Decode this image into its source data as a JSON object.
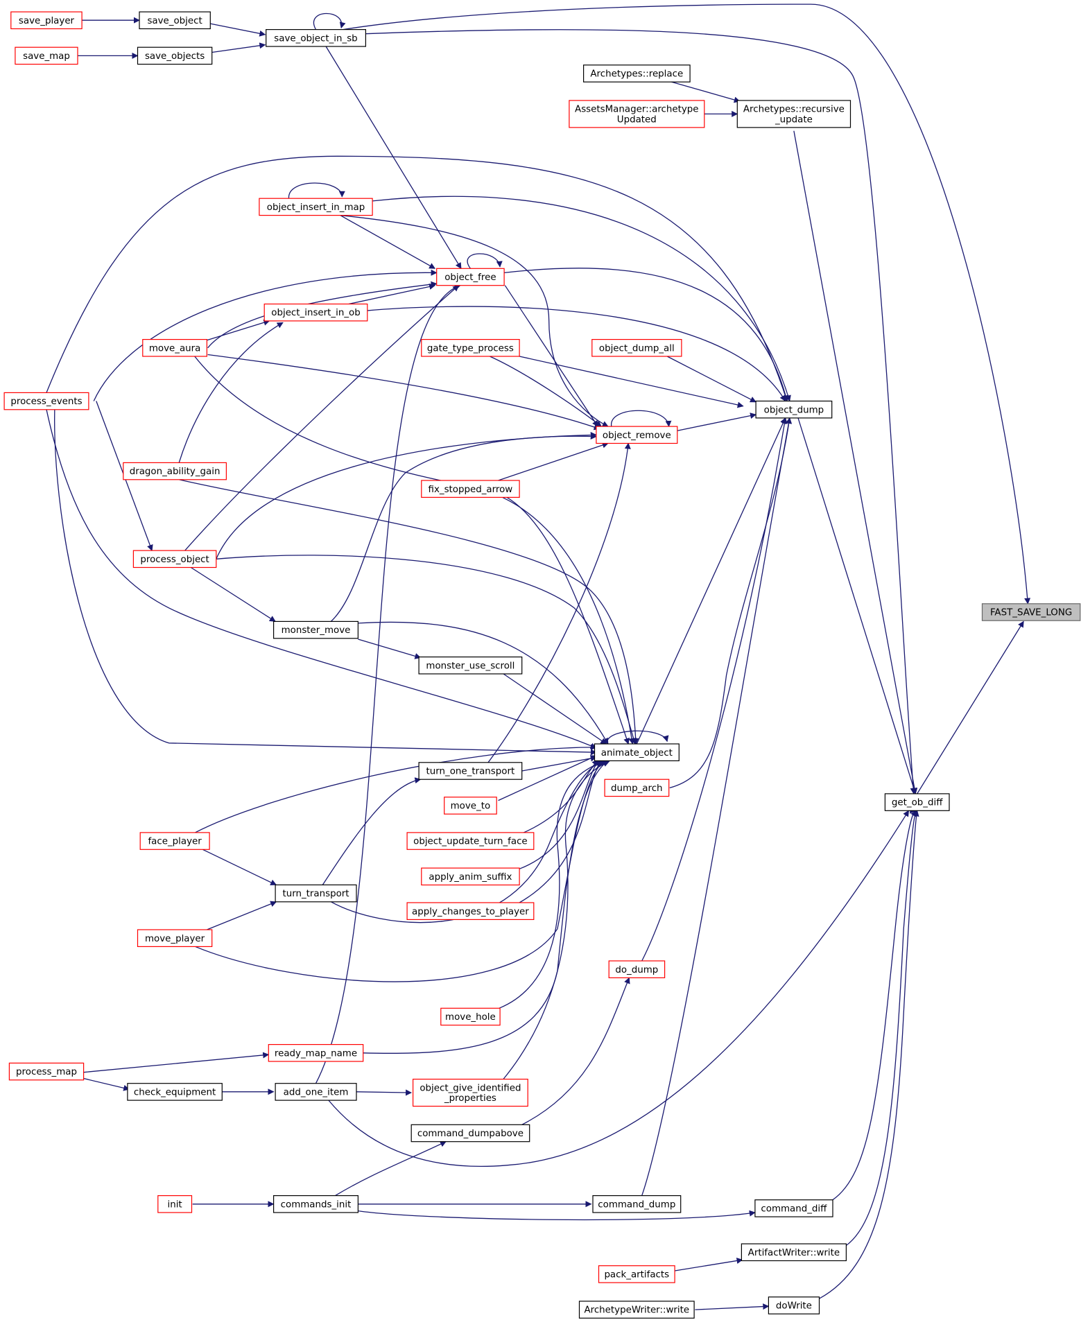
{
  "colors": {
    "edge": "#191970",
    "border_red": "#ff0000",
    "border_black": "#000000",
    "focus_fill": "#bfbfbf",
    "node_fill": "#ffffff"
  },
  "nodes": [
    {
      "id": "fast_save_long",
      "lines": [
        "FAST_SAVE_LONG"
      ],
      "border": "gray"
    },
    {
      "id": "get_ob_diff",
      "lines": [
        "get_ob_diff"
      ],
      "border": "black"
    },
    {
      "id": "save_object_in_sb",
      "lines": [
        "save_object_in_sb"
      ],
      "border": "black"
    },
    {
      "id": "save_object",
      "lines": [
        "save_object"
      ],
      "border": "black"
    },
    {
      "id": "save_player",
      "lines": [
        "save_player"
      ],
      "border": "red"
    },
    {
      "id": "save_objects",
      "lines": [
        "save_objects"
      ],
      "border": "black"
    },
    {
      "id": "save_map",
      "lines": [
        "save_map"
      ],
      "border": "red"
    },
    {
      "id": "object_dump",
      "lines": [
        "object_dump"
      ],
      "border": "black"
    },
    {
      "id": "archetypes_recursive_update",
      "lines": [
        "Archetypes::recursive",
        "_update"
      ],
      "border": "black"
    },
    {
      "id": "archetypes_replace",
      "lines": [
        "Archetypes::replace"
      ],
      "border": "black"
    },
    {
      "id": "assetsmanager_archetype_updated",
      "lines": [
        "AssetsManager::archetype",
        "Updated"
      ],
      "border": "red"
    },
    {
      "id": "object_insert_in_map",
      "lines": [
        "object_insert_in_map"
      ],
      "border": "red"
    },
    {
      "id": "object_free",
      "lines": [
        "object_free"
      ],
      "border": "red"
    },
    {
      "id": "object_insert_in_ob",
      "lines": [
        "object_insert_in_ob"
      ],
      "border": "red"
    },
    {
      "id": "move_aura",
      "lines": [
        "move_aura"
      ],
      "border": "red"
    },
    {
      "id": "gate_type_process",
      "lines": [
        "gate_type_process"
      ],
      "border": "red"
    },
    {
      "id": "object_dump_all",
      "lines": [
        "object_dump_all"
      ],
      "border": "red"
    },
    {
      "id": "process_events",
      "lines": [
        "process_events"
      ],
      "border": "red"
    },
    {
      "id": "object_remove",
      "lines": [
        "object_remove"
      ],
      "border": "red"
    },
    {
      "id": "dragon_ability_gain",
      "lines": [
        "dragon_ability_gain"
      ],
      "border": "red"
    },
    {
      "id": "fix_stopped_arrow",
      "lines": [
        "fix_stopped_arrow"
      ],
      "border": "red"
    },
    {
      "id": "process_object",
      "lines": [
        "process_object"
      ],
      "border": "red"
    },
    {
      "id": "monster_move",
      "lines": [
        "monster_move"
      ],
      "border": "black"
    },
    {
      "id": "monster_use_scroll",
      "lines": [
        "monster_use_scroll"
      ],
      "border": "black"
    },
    {
      "id": "animate_object",
      "lines": [
        "animate_object"
      ],
      "border": "black"
    },
    {
      "id": "turn_one_transport",
      "lines": [
        "turn_one_transport"
      ],
      "border": "black"
    },
    {
      "id": "dump_arch",
      "lines": [
        "dump_arch"
      ],
      "border": "red"
    },
    {
      "id": "move_to",
      "lines": [
        "move_to"
      ],
      "border": "red"
    },
    {
      "id": "face_player",
      "lines": [
        "face_player"
      ],
      "border": "red"
    },
    {
      "id": "object_update_turn_face",
      "lines": [
        "object_update_turn_face"
      ],
      "border": "red"
    },
    {
      "id": "apply_anim_suffix",
      "lines": [
        "apply_anim_suffix"
      ],
      "border": "red"
    },
    {
      "id": "turn_transport",
      "lines": [
        "turn_transport"
      ],
      "border": "black"
    },
    {
      "id": "apply_changes_to_player",
      "lines": [
        "apply_changes_to_player"
      ],
      "border": "red"
    },
    {
      "id": "move_player",
      "lines": [
        "move_player"
      ],
      "border": "red"
    },
    {
      "id": "do_dump",
      "lines": [
        "do_dump"
      ],
      "border": "red"
    },
    {
      "id": "move_hole",
      "lines": [
        "move_hole"
      ],
      "border": "red"
    },
    {
      "id": "ready_map_name",
      "lines": [
        "ready_map_name"
      ],
      "border": "red"
    },
    {
      "id": "process_map",
      "lines": [
        "process_map"
      ],
      "border": "red"
    },
    {
      "id": "check_equipment",
      "lines": [
        "check_equipment"
      ],
      "border": "black"
    },
    {
      "id": "add_one_item",
      "lines": [
        "add_one_item"
      ],
      "border": "black"
    },
    {
      "id": "object_give_identified_properties",
      "lines": [
        "object_give_identified",
        "_properties"
      ],
      "border": "red"
    },
    {
      "id": "command_dumpabove",
      "lines": [
        "command_dumpabove"
      ],
      "border": "black"
    },
    {
      "id": "init",
      "lines": [
        "init"
      ],
      "border": "red"
    },
    {
      "id": "commands_init",
      "lines": [
        "commands_init"
      ],
      "border": "black"
    },
    {
      "id": "command_dump",
      "lines": [
        "command_dump"
      ],
      "border": "black"
    },
    {
      "id": "command_diff",
      "lines": [
        "command_diff"
      ],
      "border": "black"
    },
    {
      "id": "artifactwriter_write",
      "lines": [
        "ArtifactWriter::write"
      ],
      "border": "black"
    },
    {
      "id": "pack_artifacts",
      "lines": [
        "pack_artifacts"
      ],
      "border": "red"
    },
    {
      "id": "archetypewriter_write",
      "lines": [
        "ArchetypeWriter::write"
      ],
      "border": "black"
    },
    {
      "id": "dowrite",
      "lines": [
        "doWrite"
      ],
      "border": "black"
    }
  ]
}
